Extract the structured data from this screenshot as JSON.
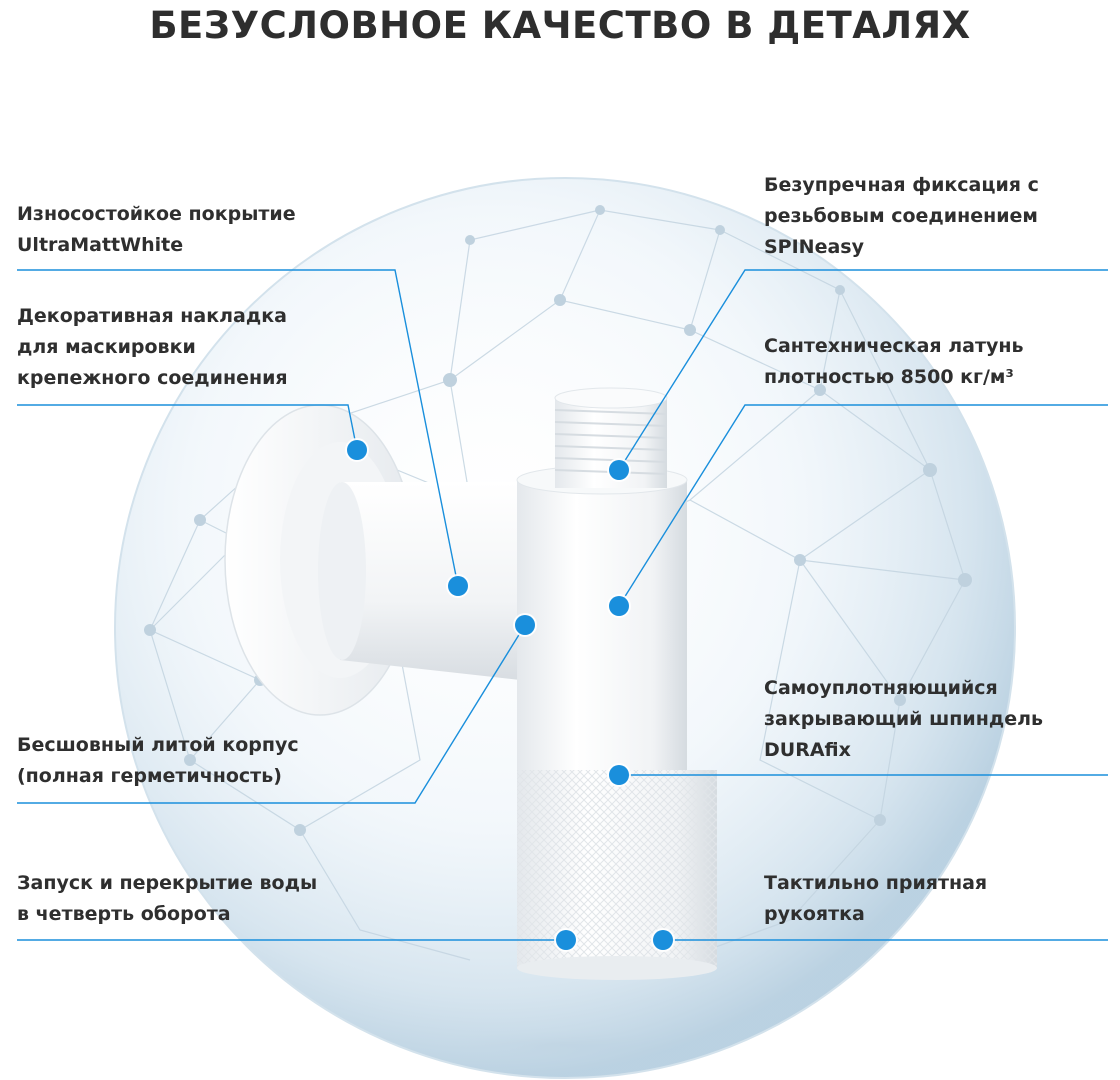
{
  "title": "БЕЗУСЛОВНОЕ КАЧЕСТВО В ДЕТАЛЯХ",
  "features": {
    "coating": [
      "Износостойкое покрытие",
      "UltraMattWhite"
    ],
    "flange": [
      "Декоративная накладка",
      "для маскировки",
      "крепежного соединения"
    ],
    "body": [
      "Бесшовный литой корпус",
      "(полная герметичность)"
    ],
    "quarter_turn": [
      "Запуск и перекрытие воды",
      "в четверть оборота"
    ],
    "fixation": [
      "Безупречная фиксация с",
      "резьбовым соединением",
      "SPINeasy"
    ],
    "brass": [
      "Сантехническая латунь",
      "плотностью 8500 кг/м³"
    ],
    "spindle": [
      "Самоуплотняющийся",
      "закрывающий шпиндель",
      "DURAfix"
    ],
    "handle": [
      "Тактильно приятная",
      "рукоятка"
    ]
  },
  "colors": {
    "accent": "#1a8fdc",
    "text": "#2e2e2e"
  }
}
